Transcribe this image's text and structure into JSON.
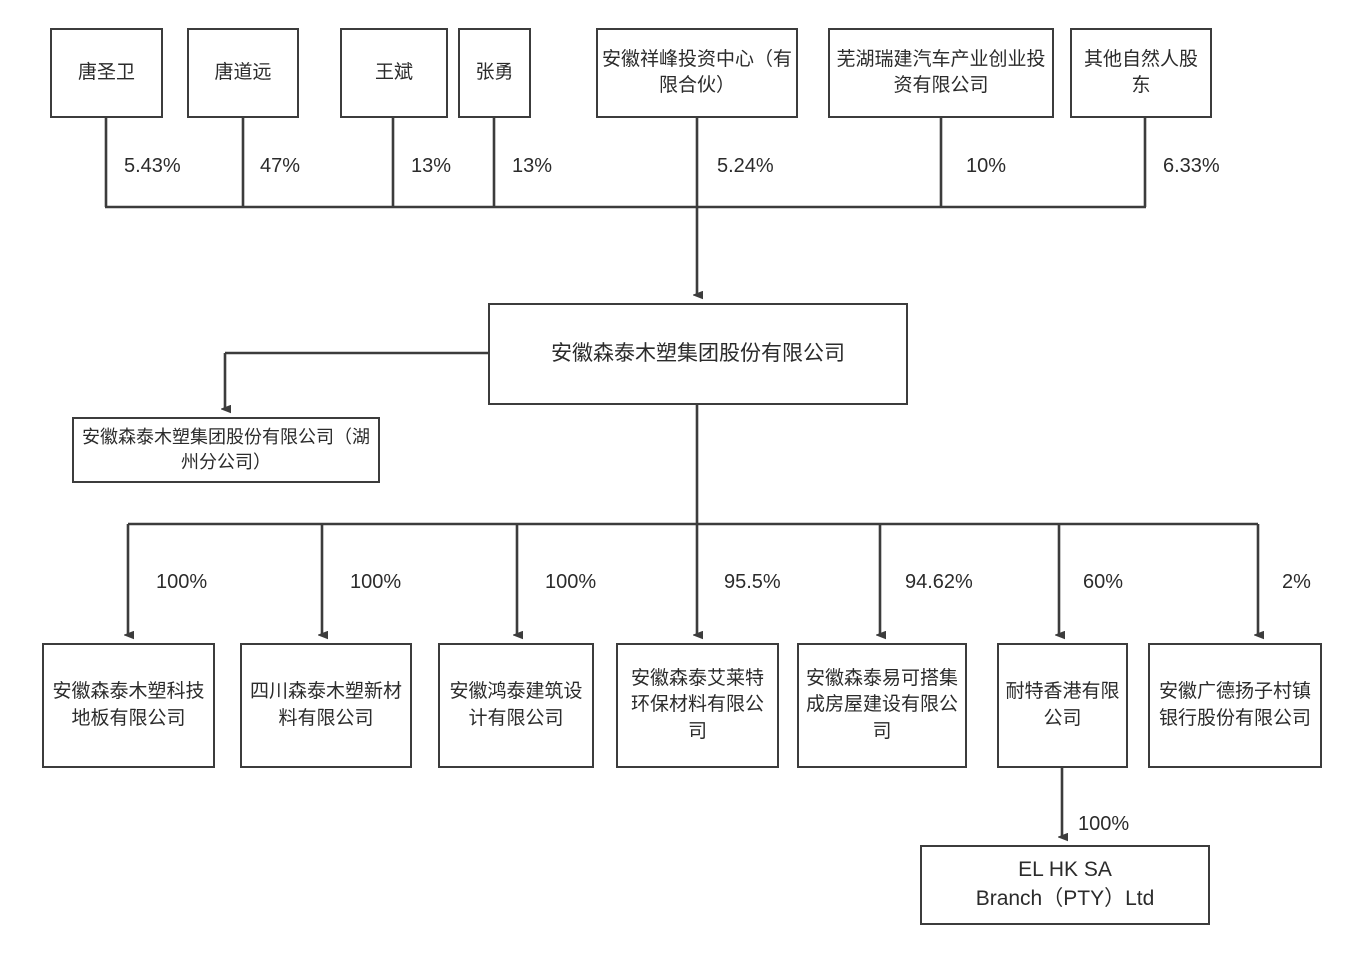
{
  "diagram": {
    "type": "org-ownership-chart",
    "line_color": "#3c3c3c",
    "text_color": "#2b2b2b",
    "background": "#ffffff",
    "shareholders": [
      {
        "name": "唐圣卫",
        "percent": "5.43%"
      },
      {
        "name": "唐道远",
        "percent": "47%"
      },
      {
        "name": "王斌",
        "percent": "13%"
      },
      {
        "name": "张勇",
        "percent": "13%"
      },
      {
        "name": "安徽祥峰投资中心（有限合伙）",
        "percent": "5.24%"
      },
      {
        "name": "芜湖瑞建汽车产业创业投资有限公司",
        "percent": "10%"
      },
      {
        "name": "其他自然人股东",
        "percent": "6.33%"
      }
    ],
    "parent": {
      "name": "安徽森泰木塑集团股份有限公司"
    },
    "branch": {
      "name": "安徽森泰木塑集团股份有限公司（湖州分公司）"
    },
    "subsidiaries": [
      {
        "name": "安徽森泰木塑科技地板有限公司",
        "percent": "100%"
      },
      {
        "name": "四川森泰木塑新材料有限公司",
        "percent": "100%"
      },
      {
        "name": "安徽鸿泰建筑设计有限公司",
        "percent": "100%"
      },
      {
        "name": "安徽森泰艾莱特环保材料有限公司",
        "percent": "95.5%"
      },
      {
        "name": "安徽森泰易可搭集成房屋建设有限公司",
        "percent": "94.62%"
      },
      {
        "name": "耐特香港有限公司",
        "percent": "60%"
      },
      {
        "name": "安徽广德扬子村镇银行股份有限公司",
        "percent": "2%"
      }
    ],
    "grandchild": {
      "name": "EL HK SA\nBranch（PTY）Ltd",
      "percent": "100%"
    }
  }
}
